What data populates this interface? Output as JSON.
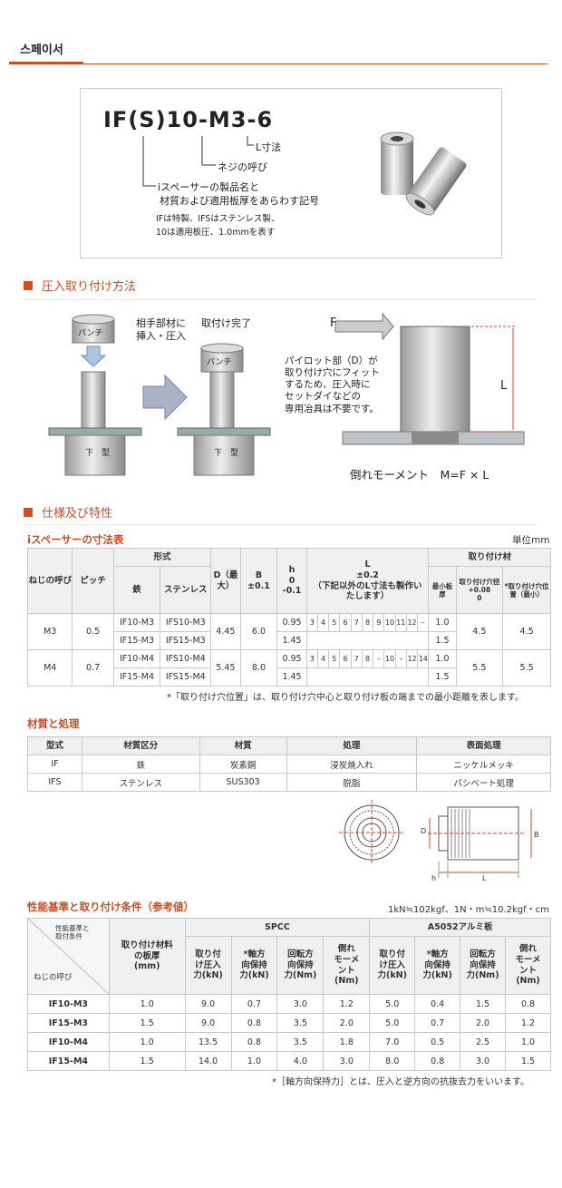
{
  "page": {
    "tab_title": "스페이서"
  },
  "part_code": {
    "code": "IF(S)10-M3-6",
    "labels": {
      "l_size": "L寸法",
      "thread": "ネジの呼び",
      "name_line1": "iスペーサーの製品名と",
      "name_line2": "材質および適用板厚をあらわす記号",
      "note_line1": "IFは特製、IFSはステンレス製、",
      "note_line2": "10は適用板圧、1.0mmを表す"
    }
  },
  "press_fit": {
    "heading": "圧入取り付け方法",
    "punch": "パンチ",
    "step1_line1": "相手部材に",
    "step1_line2": "挿入・圧入",
    "step2": "取付け完了",
    "die": "下　型",
    "pilot_lines": [
      "パイロット部（D）が",
      "取り付け穴にフィット",
      "するため、圧入時に",
      "セットダイなどの",
      "専用冶具は不要です。"
    ],
    "force": "F",
    "length": "L",
    "moment": "倒れモーメント　M=F × L"
  },
  "spec": {
    "heading": "仕様及び特性",
    "dim_title": "iスペーサーの寸法表",
    "unit": "単位mm",
    "headers": {
      "thread": "ねじの呼び",
      "pitch": "ピッチ",
      "type": "形式",
      "iron": "鉄",
      "stainless": "ステンレス",
      "d": "D（最大）",
      "b": "B",
      "b_tol": "±0.1",
      "h": "h",
      "h_tol1": "0",
      "h_tol2": "-0.1",
      "l": "L",
      "l_tol": "±0.2",
      "l_note": "（下記以外のL寸法も製作いたします）",
      "mount": "取り付け材",
      "min_thick": "最小板厚",
      "hole_dia": "取り付け穴径",
      "hole_tol1": "+0.08",
      "hole_tol2": "0",
      "hole_pos": "*取り付け穴位置（最小）"
    },
    "rows": [
      {
        "thread": "M3",
        "pitch": "0.5",
        "iron": "IF10-M3",
        "stainless": "IFS10-M3",
        "d": "4.45",
        "b": "6.0",
        "h": "0.95",
        "l": [
          "3",
          "4",
          "5",
          "6",
          "7",
          "8",
          "9",
          "10",
          "11",
          "12",
          "–"
        ],
        "min": "1.0",
        "hole": "4.5",
        "pos": "4.5"
      },
      {
        "iron": "IF15-M3",
        "stainless": "IFS15-M3",
        "h": "1.45",
        "min": "1.5"
      },
      {
        "thread": "M4",
        "pitch": "0.7",
        "iron": "IF10-M4",
        "stainless": "IFS10-M4",
        "d": "5.45",
        "b": "8.0",
        "h": "0.95",
        "l": [
          "3",
          "4",
          "5",
          "6",
          "7",
          "8",
          "–",
          "10",
          "–",
          "12",
          "14"
        ],
        "min": "1.0",
        "hole": "5.5",
        "pos": "5.5"
      },
      {
        "iron": "IF15-M4",
        "stainless": "IFS15-M4",
        "h": "1.45",
        "min": "1.5"
      }
    ],
    "footnote": "*「取り付け穴位置」は、取り付け穴中心と取り付け板の端までの最小距離を表します。"
  },
  "material": {
    "title": "材質と処理",
    "headers": [
      "型式",
      "材質区分",
      "材質",
      "処理",
      "表面処理"
    ],
    "rows": [
      [
        "IF",
        "鉄",
        "炭素鋼",
        "浸炭焼入れ",
        "ニッケルメッキ"
      ],
      [
        "IFS",
        "ステンレス",
        "SUS303",
        "脱脂",
        "パシベート処理"
      ]
    ],
    "drawing_labels": {
      "d": "D",
      "b": "B",
      "h": "h",
      "l": "L"
    }
  },
  "performance": {
    "title": "性能基準と取り付け条件（参考値）",
    "conversion": "1kN≒102kgf、1N・m≒10.2kgf・cm",
    "corner_top_line1": "性能基準と",
    "corner_top_line2": "取付条件",
    "corner_bottom": "ねじの呼び",
    "thickness_line1": "取り付け材料",
    "thickness_line2": "の板厚",
    "thickness_line3": "(mm)",
    "spcc": "SPCC",
    "alu": "A5052アルミ板",
    "cols": {
      "press_line1": "取り付",
      "press_line2": "け圧入",
      "press_line3": "力(kN)",
      "axial_line1": "*軸方",
      "axial_line2": "向保持",
      "axial_line3": "力(kN)",
      "rot_line1": "回転方",
      "rot_line2": "向保持",
      "rot_line3": "力(Nm)",
      "mom_line1": "倒れ",
      "mom_line2": "モーメ",
      "mom_line3": "ント",
      "mom_line4": "(Nm)"
    },
    "rows": [
      [
        "IF10-M3",
        "1.0",
        "9.0",
        "0.7",
        "3.0",
        "1.2",
        "5.0",
        "0.4",
        "1.5",
        "0.8"
      ],
      [
        "IF15-M3",
        "1.5",
        "9.0",
        "0.8",
        "3.5",
        "2.0",
        "5.0",
        "0.7",
        "2.0",
        "1.2"
      ],
      [
        "IF10-M4",
        "1.0",
        "13.5",
        "0.8",
        "3.5",
        "1.8",
        "7.0",
        "0.5",
        "2.5",
        "1.0"
      ],
      [
        "IF15-M4",
        "1.5",
        "14.0",
        "1.0",
        "4.0",
        "3.0",
        "8.0",
        "0.8",
        "3.0",
        "1.5"
      ]
    ],
    "footnote": "*［軸方向保持力］とは、圧入と逆方向の抗抜去力をいいます。"
  }
}
